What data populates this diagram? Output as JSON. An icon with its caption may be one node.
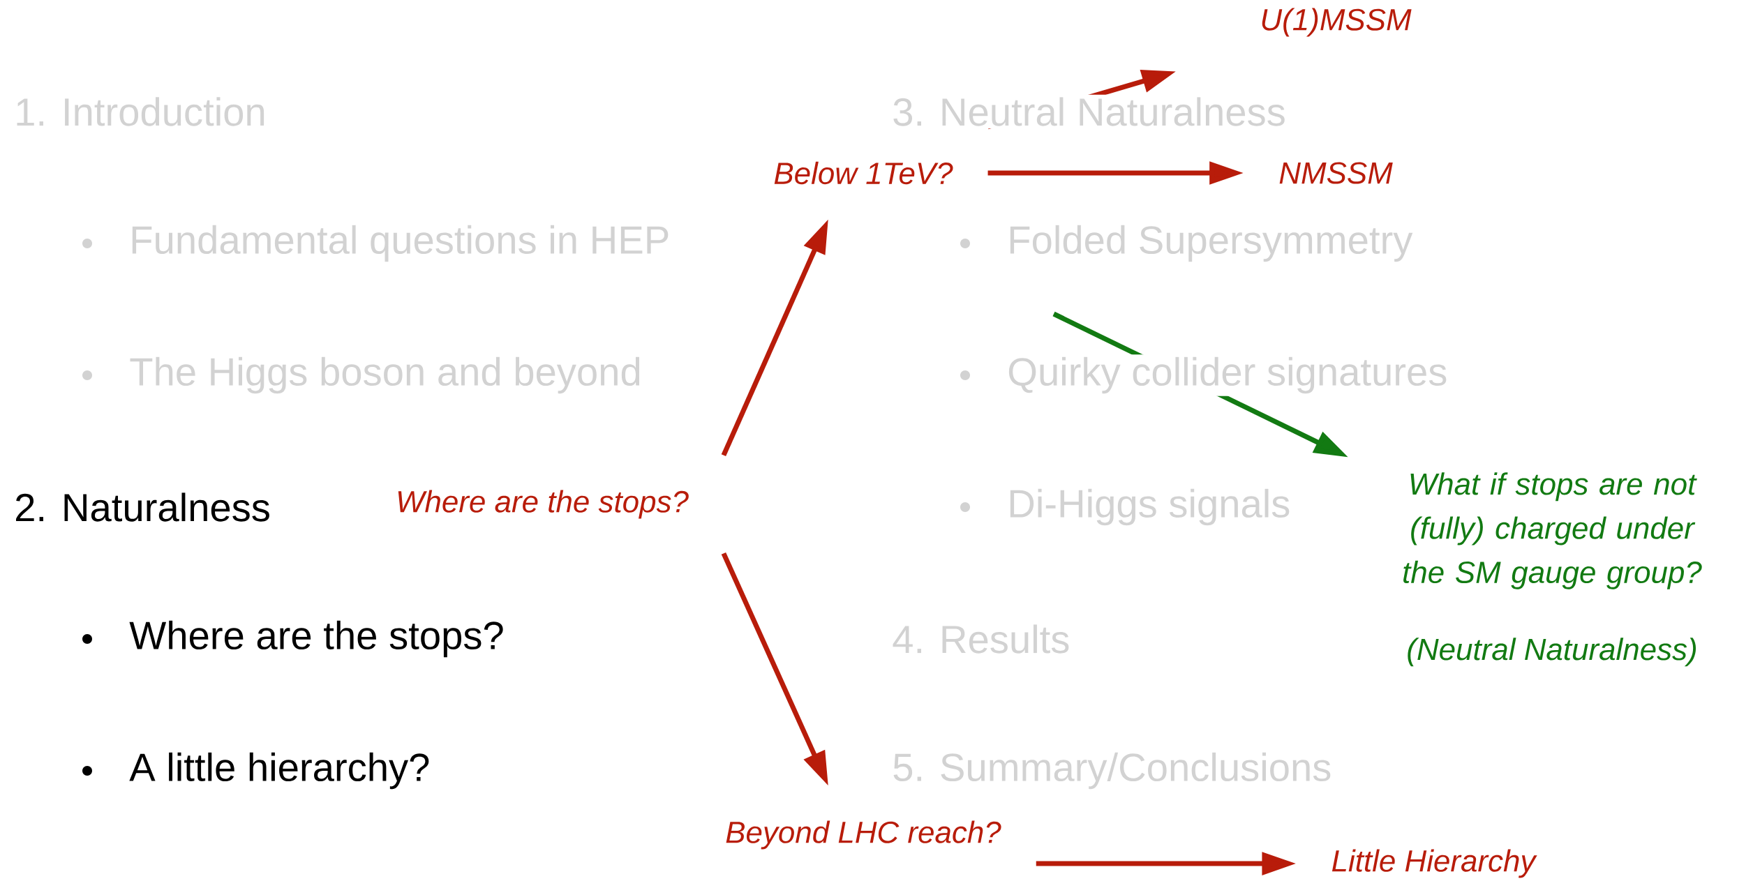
{
  "diagram": {
    "nodes": [
      {
        "text": [
          "Where are the stops?"
        ]
      },
      {
        "text": [
          "Below 1TeV?"
        ]
      },
      {
        "text": [
          "U(1)MSSM"
        ]
      },
      {
        "text": [
          "NMSSM"
        ]
      },
      {
        "text": [
          "Beyond LHC reach?"
        ]
      },
      {
        "text": [
          "Little Hierarchy"
        ]
      },
      {
        "text": [
          "What if stops are not (fully) charged under the SM gauge group?",
          "(Neutral Naturalness)"
        ]
      }
    ],
    "edges": [
      {
        "from": 0,
        "to": 1,
        "arrow": "to"
      },
      {
        "from": 1,
        "to": 2,
        "arrow": "to"
      },
      {
        "from": 1,
        "to": 3,
        "arrow": "to"
      },
      {
        "from": 0,
        "to": 4,
        "arrow": "to"
      },
      {
        "from": 4,
        "to": 5,
        "arrow": "to"
      },
      {
        "from": null,
        "to": 6,
        "arrow": "to",
        "color": "#127a12"
      }
    ],
    "labels": [
      "1. Introduction",
      "Fundamental questions in HEP",
      "The Higgs boson and beyond",
      "2. Naturalness",
      "Where are the stops?",
      "A little hierarchy?",
      "3. Neutral Naturalness",
      "Folded Supersymmetry",
      "Quirky collider signatures",
      "Di-Higgs signals",
      "4. Results",
      "5. Summary/Conclusions"
    ]
  }
}
